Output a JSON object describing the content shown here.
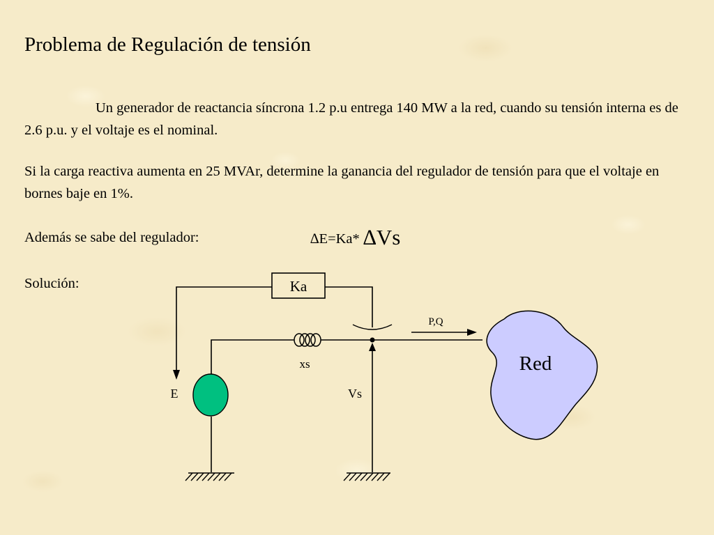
{
  "slide": {
    "title": "Problema de Regulación de tensión",
    "paragraph1": "Un generador de reactancia síncrona 1.2 p.u entrega 140 MW a la red, cuando su tensión interna es de 2.6 p.u. y el voltaje es el nominal.",
    "paragraph2": "Si la carga reactiva aumenta en 25 MVAr, determine la ganancia del regulador de tensión para que el voltaje en bornes baje en 1%.",
    "ademas_label": "Además  se sabe del regulador:",
    "formula_lhs": "∆E=Ka*",
    "formula_rhs": "∆Vs",
    "solucion_label": "Solución:"
  },
  "diagram": {
    "ka_label": "Ka",
    "pq_label": "P,Q",
    "red_label": "Red",
    "xs_label": "xs",
    "e_label": "E",
    "vs_label": "Vs",
    "colors": {
      "generator_fill": "#00c080",
      "network_fill": "#ccccff",
      "stroke": "#000000"
    }
  }
}
